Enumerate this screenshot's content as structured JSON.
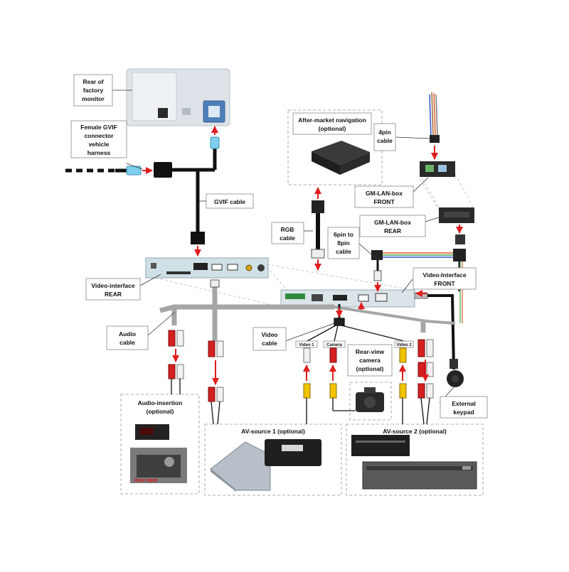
{
  "labels": {
    "rear_monitor": [
      "Rear of",
      "factory",
      "monitor"
    ],
    "female_gvif": [
      "Female GVIF",
      "connector",
      "vehicle",
      "harness"
    ],
    "gvif_cable": "GVIF cable",
    "nav": [
      "After-market navigation",
      "(optional)"
    ],
    "cable_4pin": [
      "4pin",
      "cable"
    ],
    "gmlan_front": [
      "GM-LAN-box",
      "FRONT"
    ],
    "gmlan_rear": [
      "GM-LAN-box",
      "REAR"
    ],
    "rgb_cable": [
      "RGB",
      "cable"
    ],
    "cable_6to8": [
      "6pin to",
      "8pin",
      "cable"
    ],
    "vi_rear": [
      "Video-interface",
      "REAR"
    ],
    "vi_front": [
      "Video-Interface",
      "FRONT"
    ],
    "audio_cable": [
      "Audio",
      "cable"
    ],
    "video_cable": [
      "Video",
      "cable"
    ],
    "tag_video1": "Video 1",
    "tag_camera": "Camera",
    "tag_video2": "Video 2",
    "rear_camera": [
      "Rear-view",
      "camera",
      "(optional)"
    ],
    "ext_keypad": [
      "External",
      "keypad"
    ],
    "audio_insertion": [
      "Audio-insertion",
      "(optional)"
    ],
    "aux_input": "Aux input",
    "av_source1": "AV-source 1 (optional)",
    "av_source2": "AV-source 2 (optional)"
  },
  "colors": {
    "arrow": "#e11d1d",
    "cable_black": "#111111",
    "cable_grey": "#a6a6a6",
    "rca_red": "#d42020",
    "rca_white": "#f2f2f2",
    "rca_yellow": "#f2c400",
    "dashed_box": "#bdbdbd"
  }
}
